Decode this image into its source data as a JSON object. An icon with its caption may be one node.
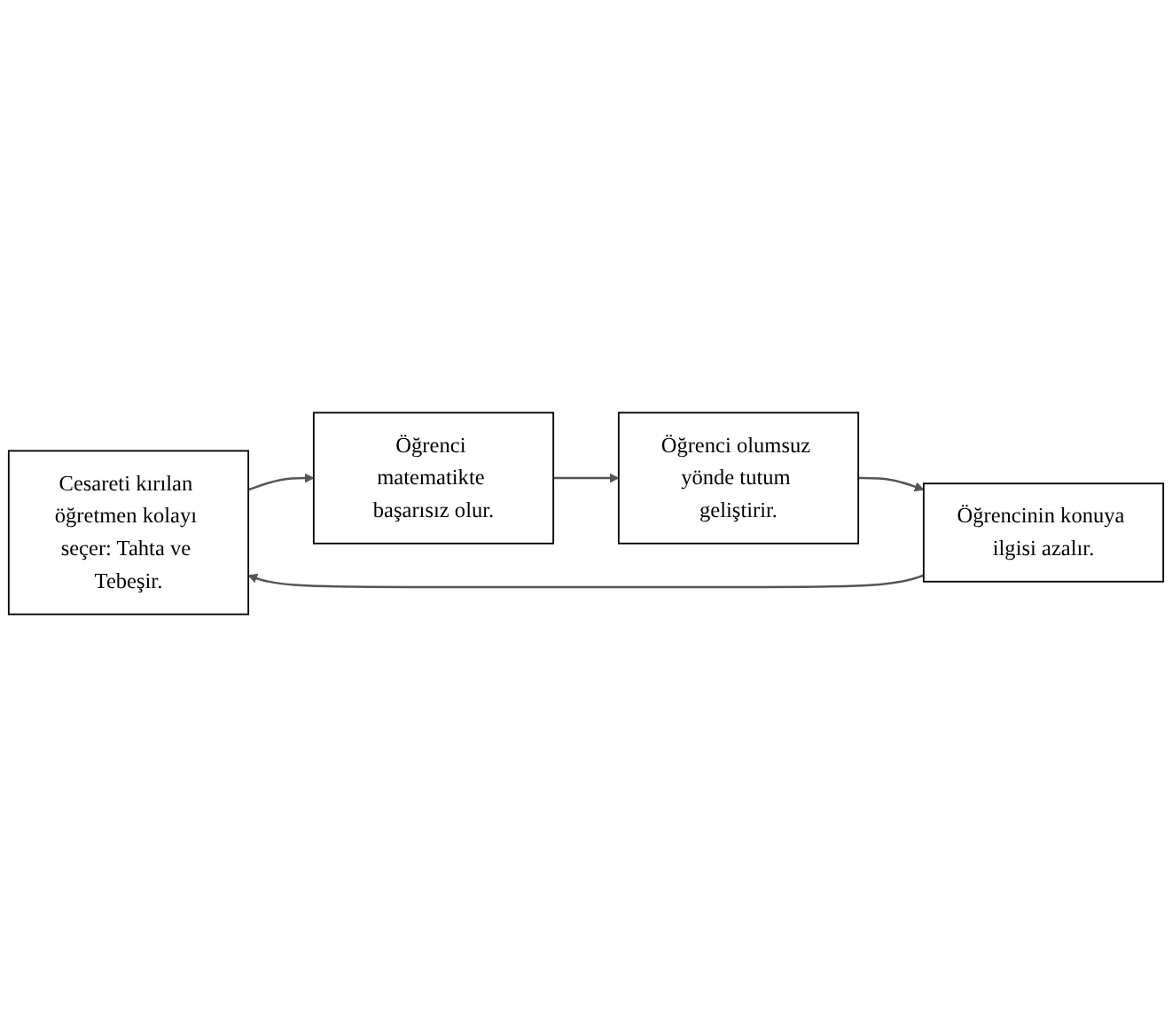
{
  "diagram": {
    "nodes": [
      {
        "text": [
          "Cesareti kırılan öğretmen kolayı seçer: Tahta ve Tebeşir."
        ]
      },
      {
        "text": [
          "Öğrenci matematikte başarısız olur."
        ]
      },
      {
        "text": [
          "Öğrenci olumsuz yönde tutum geliştirir."
        ]
      },
      {
        "text": [
          "Öğrencinin konuya ilgisi azalır."
        ]
      }
    ],
    "edges": [
      {
        "from": 0,
        "to": 1,
        "arrow": "to"
      },
      {
        "from": 1,
        "to": 2,
        "arrow": "to"
      },
      {
        "from": 2,
        "to": 3,
        "arrow": "to"
      },
      {
        "from": 3,
        "to": 0,
        "arrow": "to"
      }
    ]
  }
}
